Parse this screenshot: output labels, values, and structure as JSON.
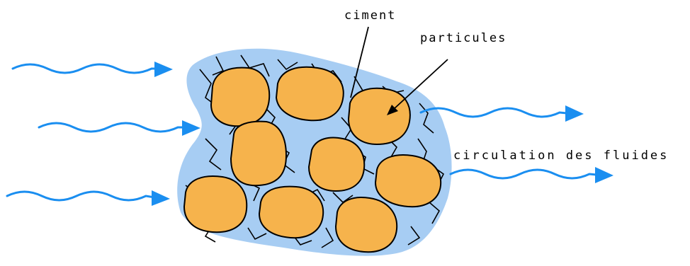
{
  "labels": {
    "ciment": "ciment",
    "particules": "particules",
    "circulation": "circulation des fluides"
  },
  "colors": {
    "cement": "#a7cdf3",
    "particle": "#f6b34c",
    "flow_arrow": "#1a8ef0",
    "outline": "#000000"
  }
}
